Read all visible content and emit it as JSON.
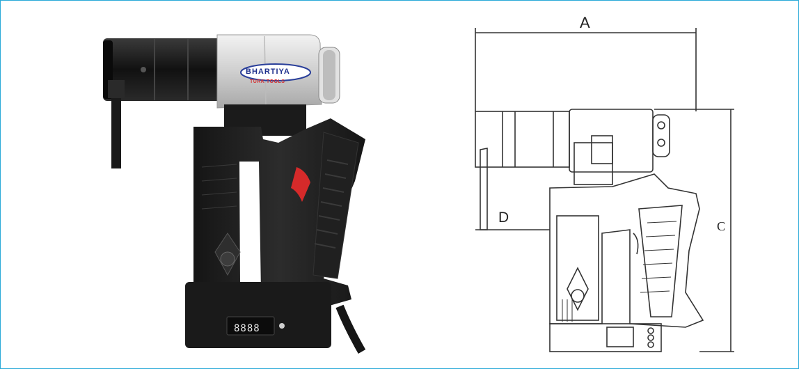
{
  "dimensions": {
    "a": "A",
    "c": "C",
    "d": "D"
  },
  "brand": {
    "name": "BHARTIYA",
    "subtitle": "TURK TOOLS"
  },
  "display": {
    "readout": "8888"
  },
  "colors": {
    "frame_border": "#29a9d8",
    "tool_body": "#1e1e1e",
    "tool_silver": "#d6d6d6",
    "trigger_red": "#d62a2a"
  }
}
